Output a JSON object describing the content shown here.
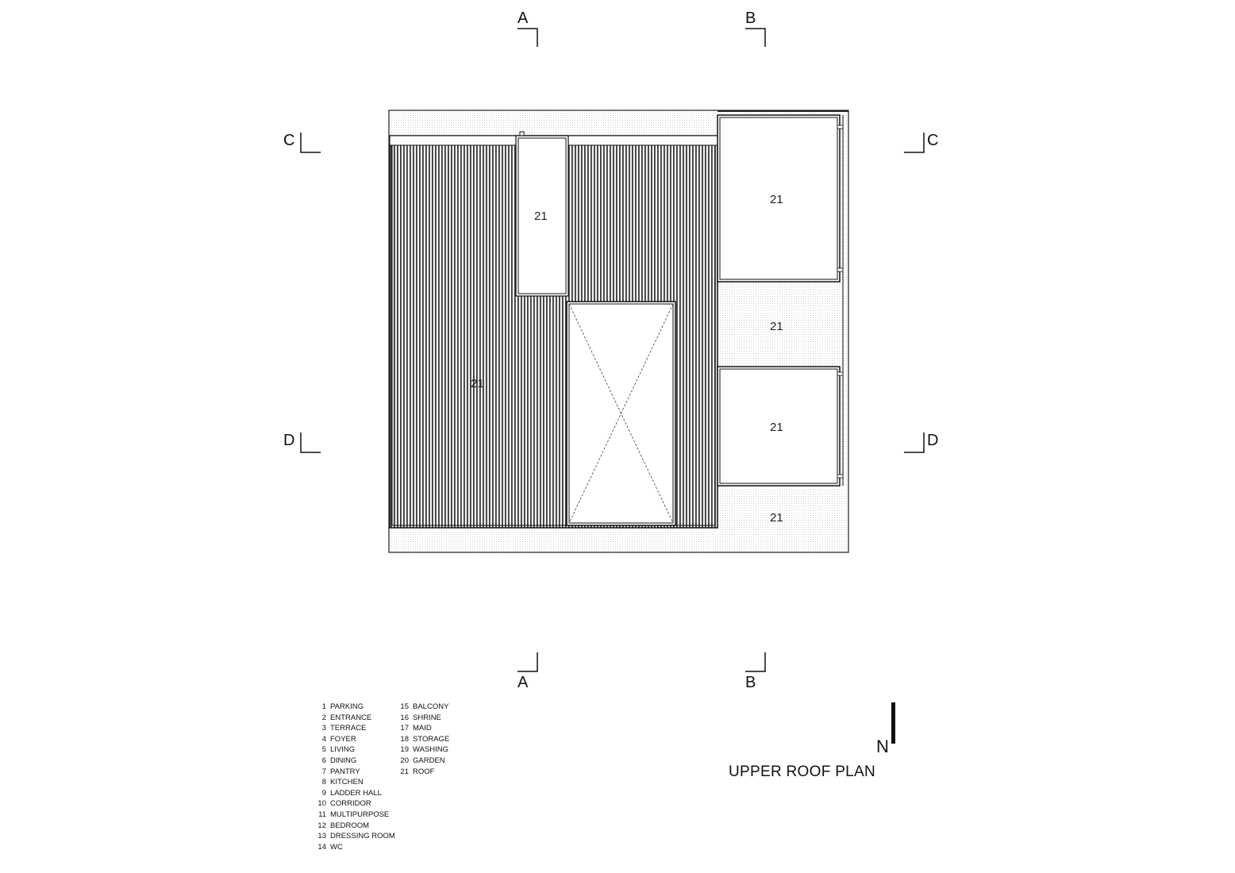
{
  "title": "UPPER ROOF PLAN",
  "north_label": "N",
  "section_markers": {
    "a_top": "A",
    "b_top": "B",
    "a_bottom": "A",
    "b_bottom": "B",
    "c_left": "C",
    "c_right": "C",
    "d_left": "D",
    "d_right": "D"
  },
  "room_labels": {
    "left_roof": "21",
    "skylight_north": "21",
    "east_upper": "21",
    "east_middle": "21",
    "east_lower": "21",
    "east_bottom": "21"
  },
  "legend": {
    "column_1": [
      {
        "num": "1",
        "name": "PARKING"
      },
      {
        "num": "2",
        "name": "ENTRANCE"
      },
      {
        "num": "3",
        "name": "TERRACE"
      },
      {
        "num": "4",
        "name": "FOYER"
      },
      {
        "num": "5",
        "name": "LIVING"
      },
      {
        "num": "6",
        "name": "DINING"
      },
      {
        "num": "7",
        "name": "PANTRY"
      },
      {
        "num": "8",
        "name": "KITCHEN"
      },
      {
        "num": "9",
        "name": "LADDER HALL"
      },
      {
        "num": "10",
        "name": "CORRIDOR"
      },
      {
        "num": "11",
        "name": "MULTIPURPOSE"
      },
      {
        "num": "12",
        "name": "BEDROOM"
      },
      {
        "num": "13",
        "name": "DRESSING ROOM"
      },
      {
        "num": "14",
        "name": "WC"
      }
    ],
    "column_2": [
      {
        "num": "15",
        "name": "BALCONY"
      },
      {
        "num": "16",
        "name": "SHRINE"
      },
      {
        "num": "17",
        "name": "MAID"
      },
      {
        "num": "18",
        "name": "STORAGE"
      },
      {
        "num": "19",
        "name": "WASHING"
      },
      {
        "num": "20",
        "name": "GARDEN"
      },
      {
        "num": "21",
        "name": "ROOF"
      }
    ]
  }
}
